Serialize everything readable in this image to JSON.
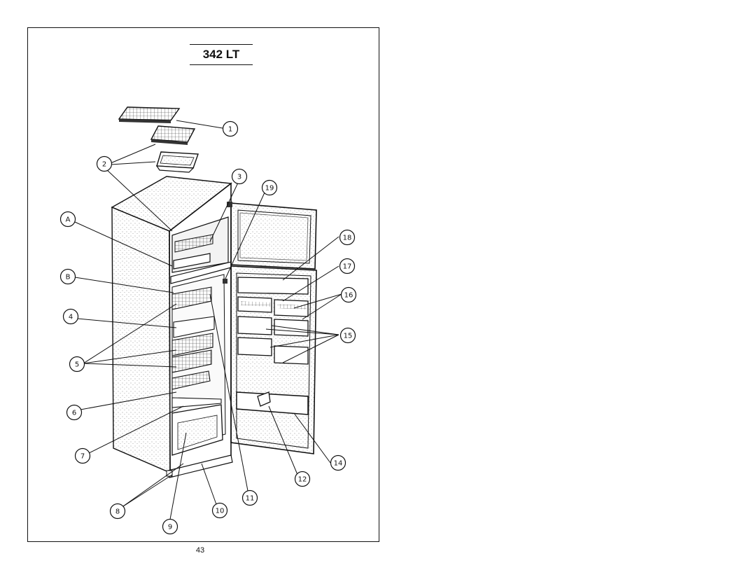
{
  "title": "342 LT",
  "page_number": "43",
  "callouts": [
    "1",
    "2",
    "3",
    "19",
    "A",
    "18",
    "17",
    "B",
    "16",
    "4",
    "15",
    "5",
    "6",
    "7",
    "14",
    "12",
    "11",
    "8",
    "10",
    "9"
  ],
  "colors": {
    "ink": "#111111",
    "paper": "#ffffff",
    "shade": "#cfcfcf"
  }
}
